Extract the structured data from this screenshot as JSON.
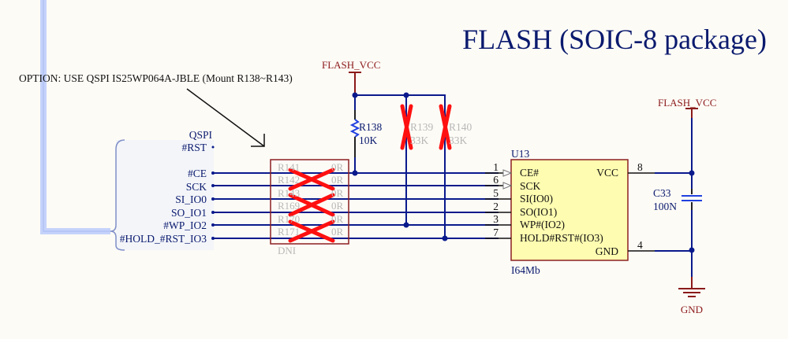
{
  "title": "FLASH (SOIC-8 package)",
  "option_note": "OPTION: USE QSPI IS25WP064A-JBLE (Mount R138~R143)",
  "power": {
    "left_vcc": "FLASH_VCC",
    "right_vcc": "FLASH_VCC",
    "gnd": "GND"
  },
  "port": {
    "name": "QSPI",
    "pins": [
      "#RST",
      "#CE",
      "SCK",
      "SI_IO0",
      "SO_IO1",
      "#WP_IO2",
      "#HOLD_#RST_IO3"
    ]
  },
  "resistor_array": {
    "designators": [
      "R141",
      "R142",
      "R143",
      "R169",
      "R170",
      "R171"
    ],
    "values": [
      "0R",
      "0R",
      "0R",
      "0R",
      "0R",
      "0R"
    ],
    "note": "DNI"
  },
  "pullups": [
    {
      "ref": "R138",
      "value": "10K",
      "populated": true
    },
    {
      "ref": "R139",
      "value": "33K",
      "populated": false
    },
    {
      "ref": "R140",
      "value": "33K",
      "populated": false
    }
  ],
  "chip": {
    "ref": "U13",
    "part": "I64Mb",
    "left_pins": [
      {
        "num": "1",
        "name": "CE#"
      },
      {
        "num": "6",
        "name": "SCK"
      },
      {
        "num": "5",
        "name": "SI(IO0)"
      },
      {
        "num": "2",
        "name": "SO(IO1)"
      },
      {
        "num": "3",
        "name": "WP#(IO2)"
      },
      {
        "num": "7",
        "name": "HOLD#RST#(IO3)"
      }
    ],
    "right_pins": [
      {
        "num": "8",
        "name": "VCC"
      },
      {
        "num": "4",
        "name": "GND"
      }
    ]
  },
  "capacitor": {
    "ref": "C33",
    "value": "100N"
  },
  "colors": {
    "wire": "#0a1a8c",
    "power": "#8b1a1a",
    "text_blue": "#0a1a6e",
    "chip_fill": "#fefcb0",
    "chip_border": "#8b2020",
    "dnp": "#ff1010",
    "dnp_text": "#b8b8b8"
  }
}
